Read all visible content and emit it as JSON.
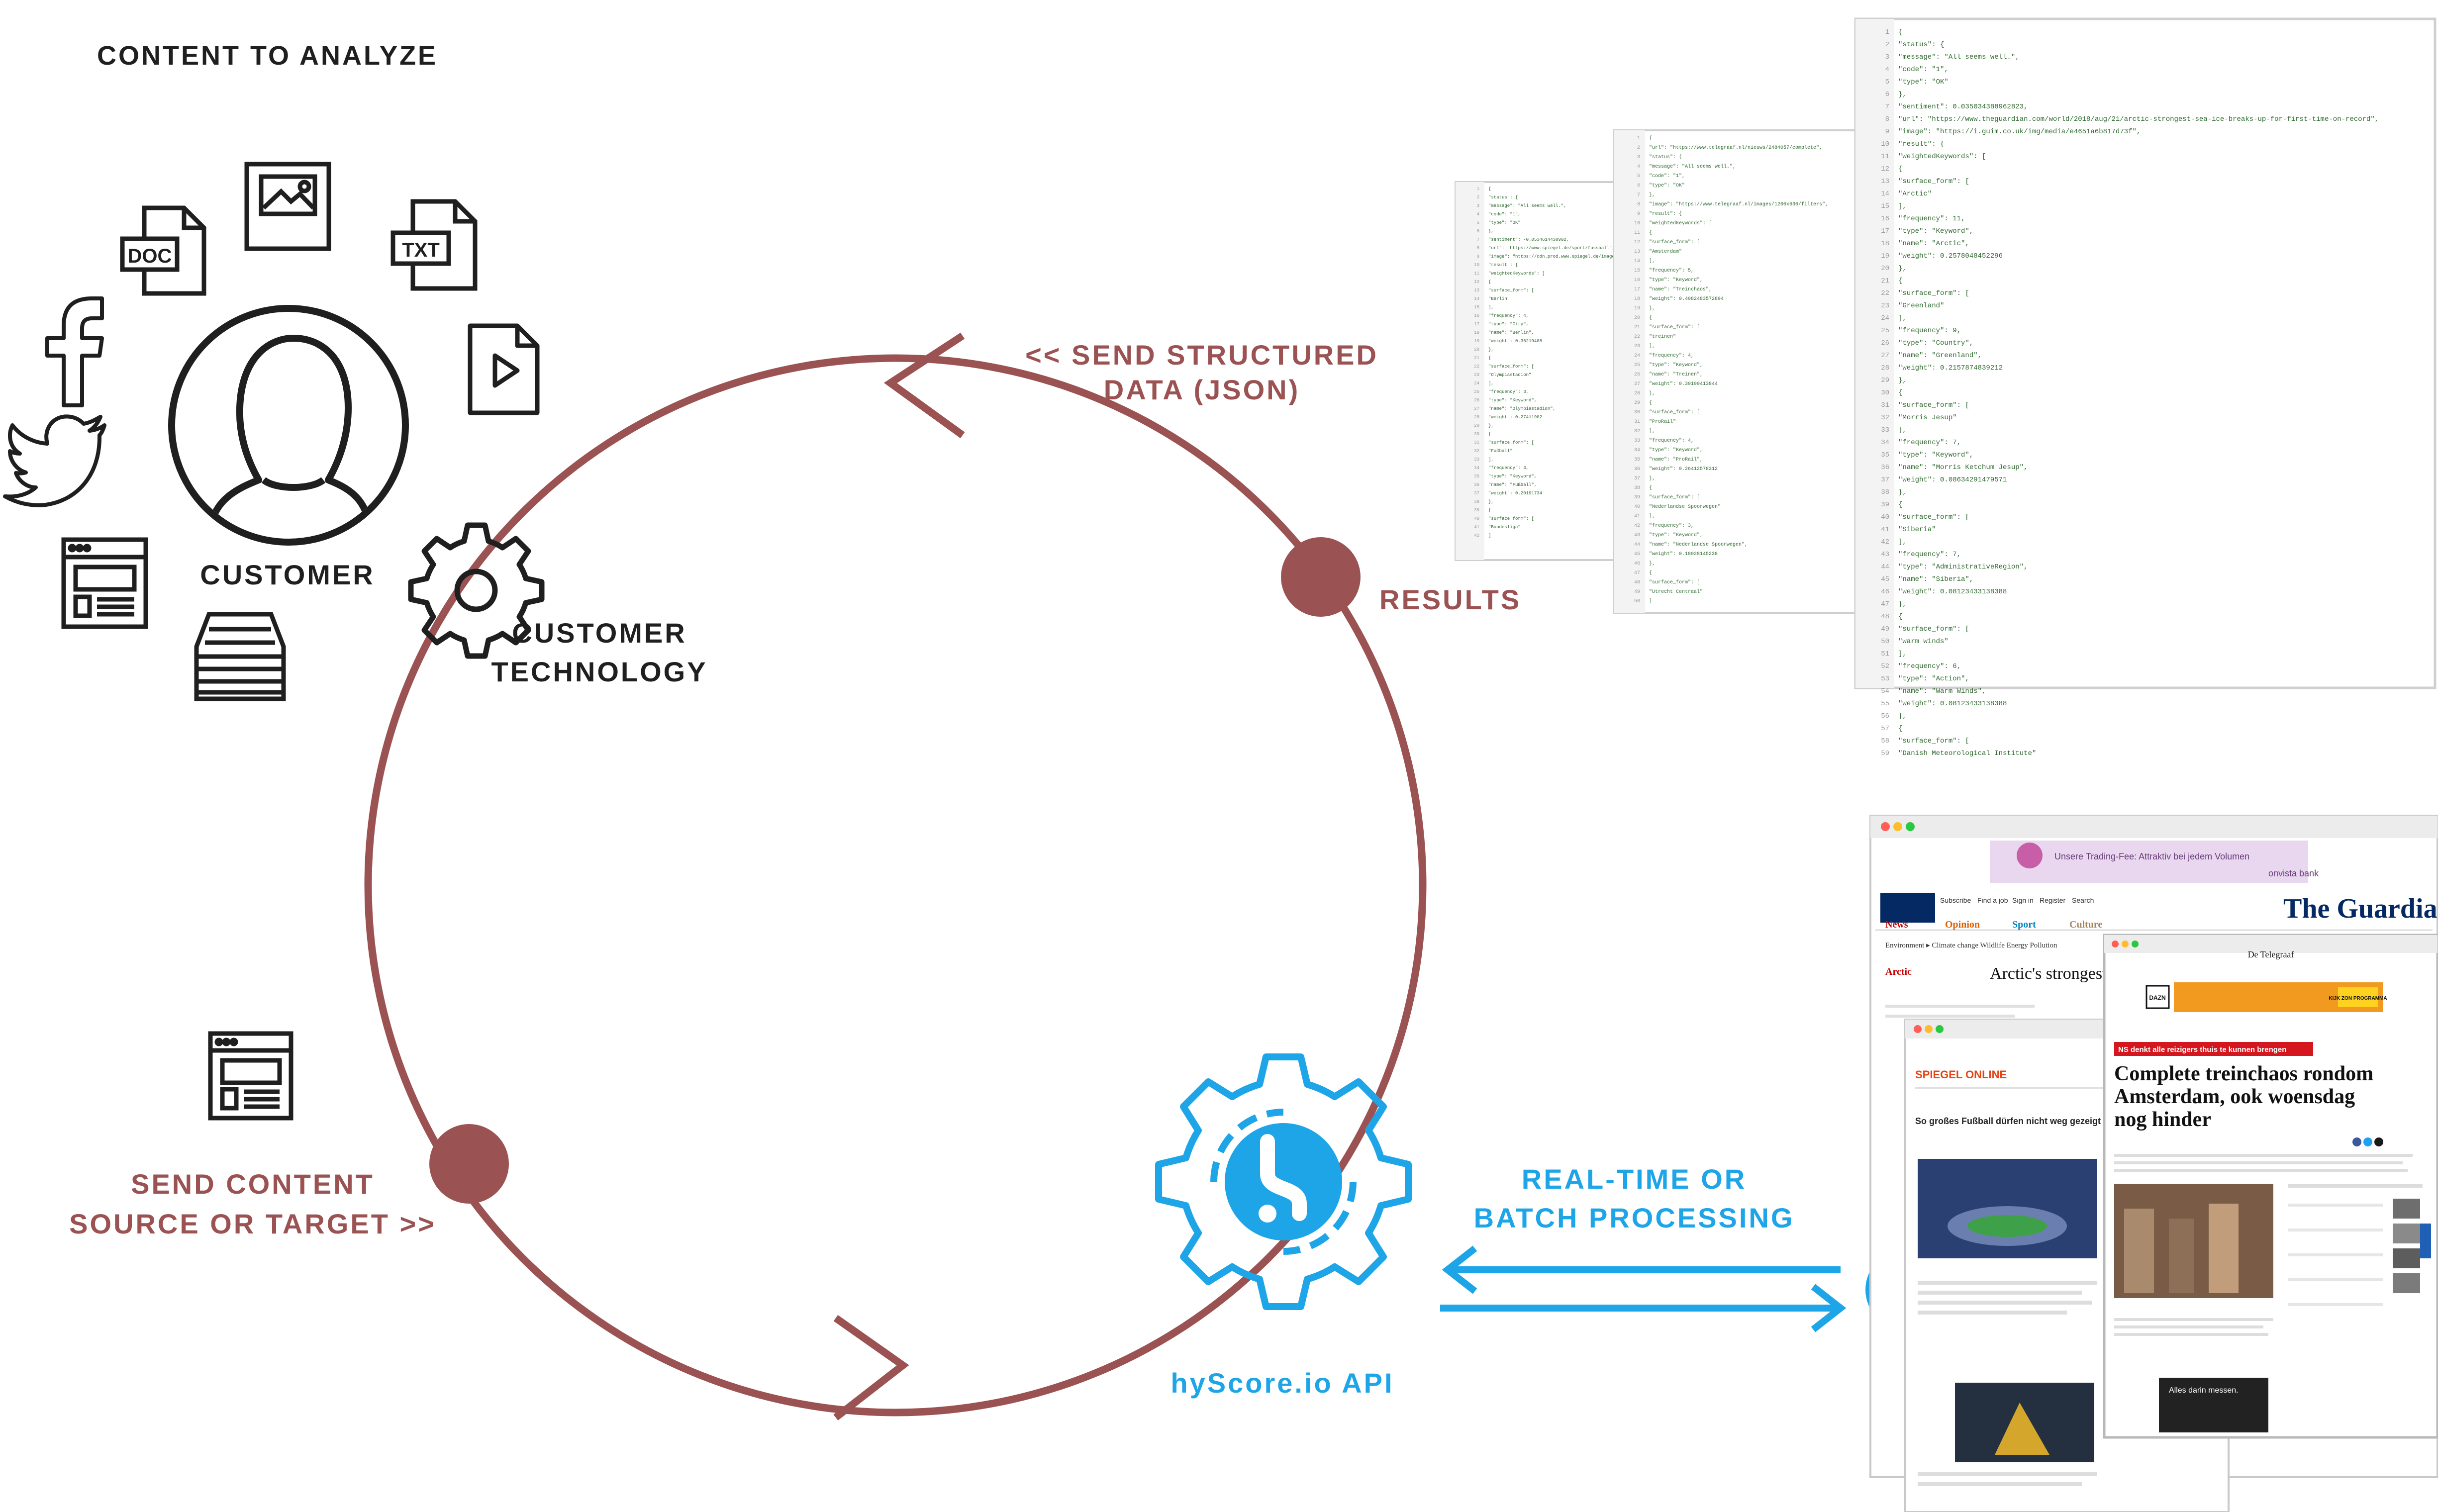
{
  "labels": {
    "content_heading": "CONTENT TO ANALYZE",
    "customer": "CUSTOMER",
    "customer_technology_line1": "CUSTOMER",
    "customer_technology_line2": "TECHNOLOGY",
    "send_structured_line1": "<< SEND STRUCTURED",
    "send_structured_line2": "DATA (JSON)",
    "results": "RESULTS",
    "send_content_line1": "SEND CONTENT",
    "send_content_line2": "SOURCE OR TARGET >>",
    "processing_line1": "REAL-TIME OR",
    "processing_line2": "BATCH PROCESSING",
    "api_name": "hyScore.io API"
  },
  "file_icons": {
    "doc": "DOC",
    "txt": "TXT"
  },
  "json_front": {
    "lines": [
      "{",
      "  \"status\": {",
      "    \"message\": \"All seems well.\",",
      "    \"code\": \"1\",",
      "    \"type\": \"OK\"",
      "  },",
      "  \"sentiment\": 0.035034388962823,",
      "  \"url\": \"https://www.theguardian.com/world/2018/aug/21/arctic-strongest-sea-ice-breaks-up-for-first-time-on-record\",",
      "  \"image\": \"https://i.guim.co.uk/img/media/e4651a6b817d73f\",",
      "  \"result\": {",
      "    \"weightedKeywords\": [",
      "      {",
      "        \"surface_form\": [",
      "          \"Arctic\"",
      "        ],",
      "        \"frequency\": 11,",
      "        \"type\": \"Keyword\",",
      "        \"name\": \"Arctic\",",
      "        \"weight\": 0.2578048452296",
      "      },",
      "      {",
      "        \"surface_form\": [",
      "          \"Greenland\"",
      "        ],",
      "        \"frequency\": 9,",
      "        \"type\": \"Country\",",
      "        \"name\": \"Greenland\",",
      "        \"weight\": 0.2157874839212",
      "      },",
      "      {",
      "        \"surface_form\": [",
      "          \"Morris Jesup\"",
      "        ],",
      "        \"frequency\": 7,",
      "        \"type\": \"Keyword\",",
      "        \"name\": \"Morris Ketchum Jesup\",",
      "        \"weight\": 0.08634291479571",
      "      },",
      "      {",
      "        \"surface_form\": [",
      "          \"Siberia\"",
      "        ],",
      "        \"frequency\": 7,",
      "        \"type\": \"AdministrativeRegion\",",
      "        \"name\": \"Siberia\",",
      "        \"weight\": 0.08123433138388",
      "      },",
      "      {",
      "        \"surface_form\": [",
      "          \"warm winds\"",
      "        ],",
      "        \"frequency\": 6,",
      "        \"type\": \"Action\",",
      "        \"name\": \"Warm Winds\",",
      "        \"weight\": 0.08123433138388",
      "      },",
      "      {",
      "        \"surface_form\": [",
      "          \"Danish Meteorological Institute\""
    ]
  },
  "json_middle": {
    "lines": [
      "{",
      "  \"url\": \"https://www.telegraaf.nl/nieuws/2484057/complete\",",
      "  \"status\": {",
      "    \"message\": \"All seems well.\",",
      "    \"code\": \"1\",",
      "    \"type\": \"OK\"",
      "  },",
      "  \"image\": \"https://www.telegraaf.nl/images/1200x630/filters\",",
      "  \"result\": {",
      "    \"weightedKeywords\": [",
      "      {",
      "        \"surface_form\": [",
      "          \"Amsterdam\"",
      "        ],",
      "        \"frequency\": 5,",
      "        \"type\": \"Keyword\",",
      "        \"name\": \"Treinchaos\",",
      "        \"weight\": 0.4082483572894",
      "      },",
      "      {",
      "        \"surface_form\": [",
      "          \"treinen\"",
      "        ],",
      "        \"frequency\": 4,",
      "        \"type\": \"Keyword\",",
      "        \"name\": \"Treinen\",",
      "        \"weight\": 0.30190413844",
      "      },",
      "      {",
      "        \"surface_form\": [",
      "          \"ProRail\"",
      "        ],",
      "        \"frequency\": 4,",
      "        \"type\": \"Keyword\",",
      "        \"name\": \"ProRail\",",
      "        \"weight\": 0.26412578312",
      "      },",
      "      {",
      "        \"surface_form\": [",
      "          \"Nederlandse Spoorwegen\"",
      "        ],",
      "        \"frequency\": 3,",
      "        \"type\": \"Keyword\",",
      "        \"name\": \"Nederlandse Spoorwegen\",",
      "        \"weight\": 0.18028145238",
      "      },",
      "      {",
      "        \"surface_form\": [",
      "          \"Utrecht Centraal\"",
      "        ]"
    ]
  },
  "json_back": {
    "lines": [
      "{",
      "  \"status\": {",
      "    \"message\": \"All seems well.\",",
      "    \"code\": \"1\",",
      "    \"type\": \"OK\"",
      "  },",
      "  \"sentiment\": -0.0534614438902,",
      "  \"url\": \"https://www.spiegel.de/sport/fussball\",",
      "  \"image\": \"https://cdn.prod.www.spiegel.de/images\",",
      "  \"result\": {",
      "    \"weightedKeywords\": [",
      "      {",
      "        \"surface_form\": [",
      "          \"Berlin\"",
      "        ],",
      "        \"frequency\": 4,",
      "        \"type\": \"City\",",
      "        \"name\": \"Berlin\",",
      "        \"weight\": 0.38219408",
      "      },",
      "      {",
      "        \"surface_form\": [",
      "          \"Olympiastadion\"",
      "        ],",
      "        \"frequency\": 3,",
      "        \"type\": \"Keyword\",",
      "        \"name\": \"Olympiastadion\",",
      "        \"weight\": 0.27411902",
      "      },",
      "      {",
      "        \"surface_form\": [",
      "          \"Fußball\"",
      "        ],",
      "        \"frequency\": 3,",
      "        \"type\": \"Keyword\",",
      "        \"name\": \"Fußball\",",
      "        \"weight\": 0.20191734",
      "      },",
      "      {",
      "        \"surface_form\": [",
      "          \"Bundesliga\"",
      "        ]"
    ]
  },
  "browser_back": {
    "ad_text": "Unsere Trading-Fee: Attraktiv bei jedem Volumen",
    "ad_brand": "onvista bank",
    "nav_small": [
      "Subscribe",
      "Find a job",
      "Sign in",
      "Register",
      "Search"
    ],
    "masthead": "The Guardian",
    "sections": [
      "News",
      "Opinion",
      "Sport",
      "Culture"
    ],
    "subnav": "Environment ▸ Climate change  Wildlife  Energy  Pollution",
    "kicker": "Arctic",
    "headline": "Arctic's strongest sea ice breaks up for first time on record"
  },
  "browser_mid": {
    "brand": "SPIEGEL ONLINE",
    "headline": "So großes Fußball dürfen nicht weg gezeigt"
  },
  "browser_front": {
    "masthead": "De Telegraaf",
    "promo": "DAZN",
    "ad_button": "KIJK ZON PROGRAMMA",
    "tag": "NS denkt alle reizigers thuis te kunnen brengen",
    "headline_line1": "Complete treinchaos rondom",
    "headline_line2": "Amsterdam, ook woensdag",
    "headline_line3": "nog hinder",
    "footer_ad": "Alles darin messen."
  },
  "colors": {
    "maroon": "#9b5252",
    "blue": "#1ea5e8",
    "dark": "#1f1f1f"
  }
}
